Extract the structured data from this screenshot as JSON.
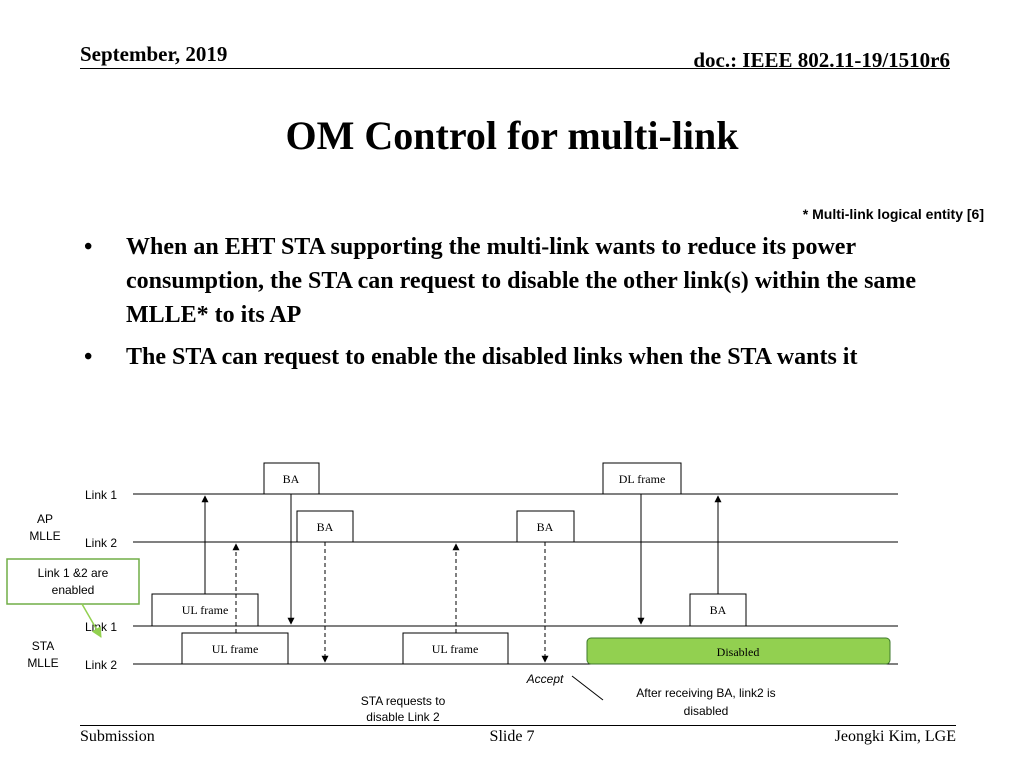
{
  "header": {
    "date": "September, 2019",
    "doc": "doc.: IEEE 802.11-19/1510r6"
  },
  "title": "OM Control for multi-link",
  "footnote": "* Multi-link logical entity [6]",
  "bullets": [
    "When an EHT STA supporting the multi-link wants to reduce its power consumption, the STA can request to disable the other link(s) within the same MLLE* to its AP",
    "The STA can request to enable the disabled links when the STA wants it"
  ],
  "diagram": {
    "ap_label": [
      "AP",
      "MLLE"
    ],
    "sta_label": [
      "STA",
      "MLLE"
    ],
    "link_labels": {
      "ap_link1": "Link 1",
      "ap_link2": "Link 2",
      "sta_link1": "Link 1",
      "sta_link2": "Link 2"
    },
    "frames": {
      "ba_top": "BA",
      "dl_frame": "DL frame",
      "ba_ap2_a": "BA",
      "ba_ap2_b": "BA",
      "ul_frame_1": "UL frame",
      "ul_frame_2": "UL frame",
      "ul_frame_3": "UL frame",
      "ba_sta": "BA",
      "disabled": "Disabled"
    },
    "callouts": {
      "enabled": [
        "Link 1 &2 are",
        "enabled"
      ],
      "accept": "Accept",
      "sta_request": [
        "STA requests to",
        "disable Link 2"
      ],
      "after_ba": [
        "After receiving BA, link2 is",
        "disabled"
      ]
    },
    "colors": {
      "enabled_box": "#70ad47",
      "disabled_box": "#92d050"
    }
  },
  "footer": {
    "left": "Submission",
    "center": "Slide 7",
    "right": "Jeongki Kim, LGE"
  }
}
